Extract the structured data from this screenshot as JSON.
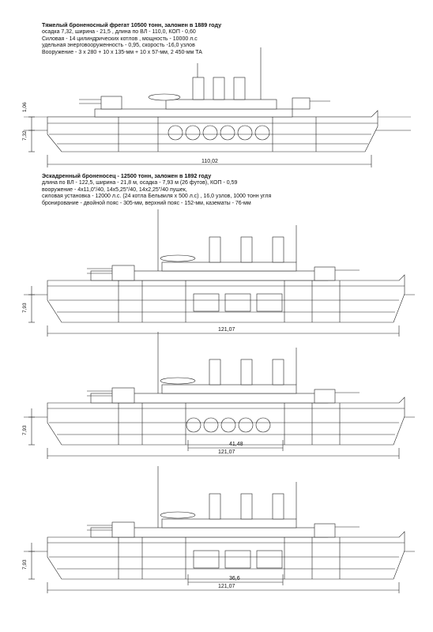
{
  "ship1": {
    "title": "Тяжелый броненосный фрегат 10500 тонн, заложен в 1889 году",
    "specs": [
      "осадка 7,32, ширина - 21,5 , длина по ВЛ - 110,0, КОП - 0,60",
      "Силовая - 14 цилиндрических котлов , мощность - 10000 л.с",
      "удельная энерговооруженность - 0,95, скорость -16,0 узлов",
      "Вооружение - 3 x 280 + 10 x 135-мм + 10 x 57-мм, 2 450-мм ТА"
    ],
    "dims": {
      "length": "110,02",
      "draft": "7,32",
      "freeboard": "1,06"
    }
  },
  "ship2": {
    "title": "Эскадренный броненосец - 12500 тонн, заложен в 1892 году",
    "specs": [
      "длина по ВЛ - 122,5, ширина - 21,8 м, осадка - 7,93 м (26 футов), КОП - 0,59",
      "вооружение - 4x11,0\"/40, 14x5,25\"/40, 14x2,25\"/40 пушек,",
      "силовая установка - 12000 л.с. (24 котла Бельвиля х 500 л.с) , 16,0 узлов, 1000 тонн угля",
      "бронирование - двойной пояс - 305-мм, верхний пояс - 152-мм, казематы - 76-мм"
    ]
  },
  "variants": [
    {
      "length": "121,07",
      "draft": "7,93",
      "inner": ""
    },
    {
      "length": "121,07",
      "draft": "7,93",
      "inner": "41,48"
    },
    {
      "length": "121,07",
      "draft": "7,93",
      "inner": "36,6"
    }
  ]
}
